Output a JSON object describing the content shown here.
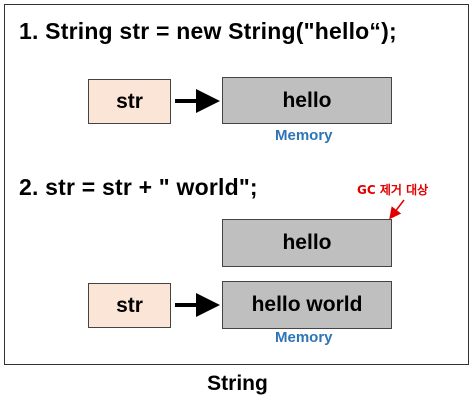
{
  "steps": [
    {
      "code": "1. String str = new String(\"hello“);"
    },
    {
      "code": "2. str = str + \" world\";"
    }
  ],
  "boxes": {
    "var_1": "str",
    "mem_1": "hello",
    "mem_old": "hello",
    "var_2": "str",
    "mem_2": "hello world"
  },
  "labels": {
    "memory_1": "Memory",
    "memory_2": "Memory",
    "gc_target": "GC 제거 대상"
  },
  "caption": "String",
  "colors": {
    "variable_box": "#fbe5d6",
    "memory_box": "#bfbfbf",
    "memory_label": "#2e75b6",
    "gc_label": "#e00000"
  }
}
